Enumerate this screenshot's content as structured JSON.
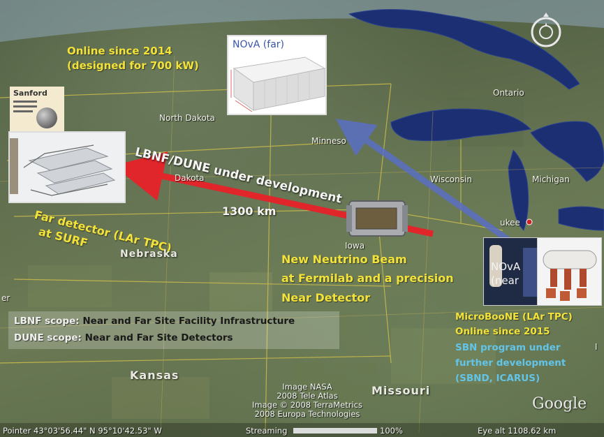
{
  "labels": {
    "online_2014": "Online since 2014",
    "designed": "(designed for 700 kW)",
    "nova_far": "NOvA (far)",
    "lbnf_dune": "LBNF/DUNE under development",
    "distance": "1300 km",
    "far_detector_1": "Far detector (LAr TPC)",
    "far_detector_2": "at SURF",
    "beam_1": "New Neutrino Beam",
    "beam_2": "at Fermilab and a precision",
    "beam_3": "Near Detector",
    "nova_near_1": "NOvA",
    "nova_near_2": "(near",
    "microboone_1": "MicroBooNE (LAr TPC)",
    "microboone_2": "Online since 2015",
    "sbn_1": "SBN program under",
    "sbn_2": "further development",
    "sbn_3": "(SBND, ICARUS)",
    "sanford": "Sanford",
    "google": "Google"
  },
  "scope": {
    "lbnf_key": "LBNF scope:",
    "lbnf_val": "Near and Far Site Facility Infrastructure",
    "dune_key": "DUNE scope:",
    "dune_val": "Near and Far Site Detectors"
  },
  "places": {
    "north_dakota": "North Dakota",
    "south_dakota": "Dakota",
    "minnesota": "Minneso",
    "wisconsin": "Wisconsin",
    "michigan": "Michigan",
    "ontario": "Ontario",
    "iowa": "Iowa",
    "nebraska": "Nebraska",
    "kansas": "Kansas",
    "missouri": "Missouri",
    "milwaukee": "ukee",
    "edge_left": "er",
    "edge_right": "I"
  },
  "credits": {
    "line1": "Image NASA",
    "line2": "2008 Tele Atlas",
    "line3": "Image © 2008 TerraMetrics",
    "line4": "2008 Europa Technologies"
  },
  "status": {
    "pointer": "Pointer  43°03'56.44\" N   95°10'42.53\" W",
    "streaming": "Streaming",
    "percent": "100%",
    "eye_alt": "Eye alt  1108.62 km"
  },
  "colors": {
    "yellow": "#f2e23a",
    "red_arrow": "#e0252b",
    "blue_arrow": "#5a6fc4",
    "sbn_blue": "#62c4e8",
    "lake": "#1c2f72"
  }
}
